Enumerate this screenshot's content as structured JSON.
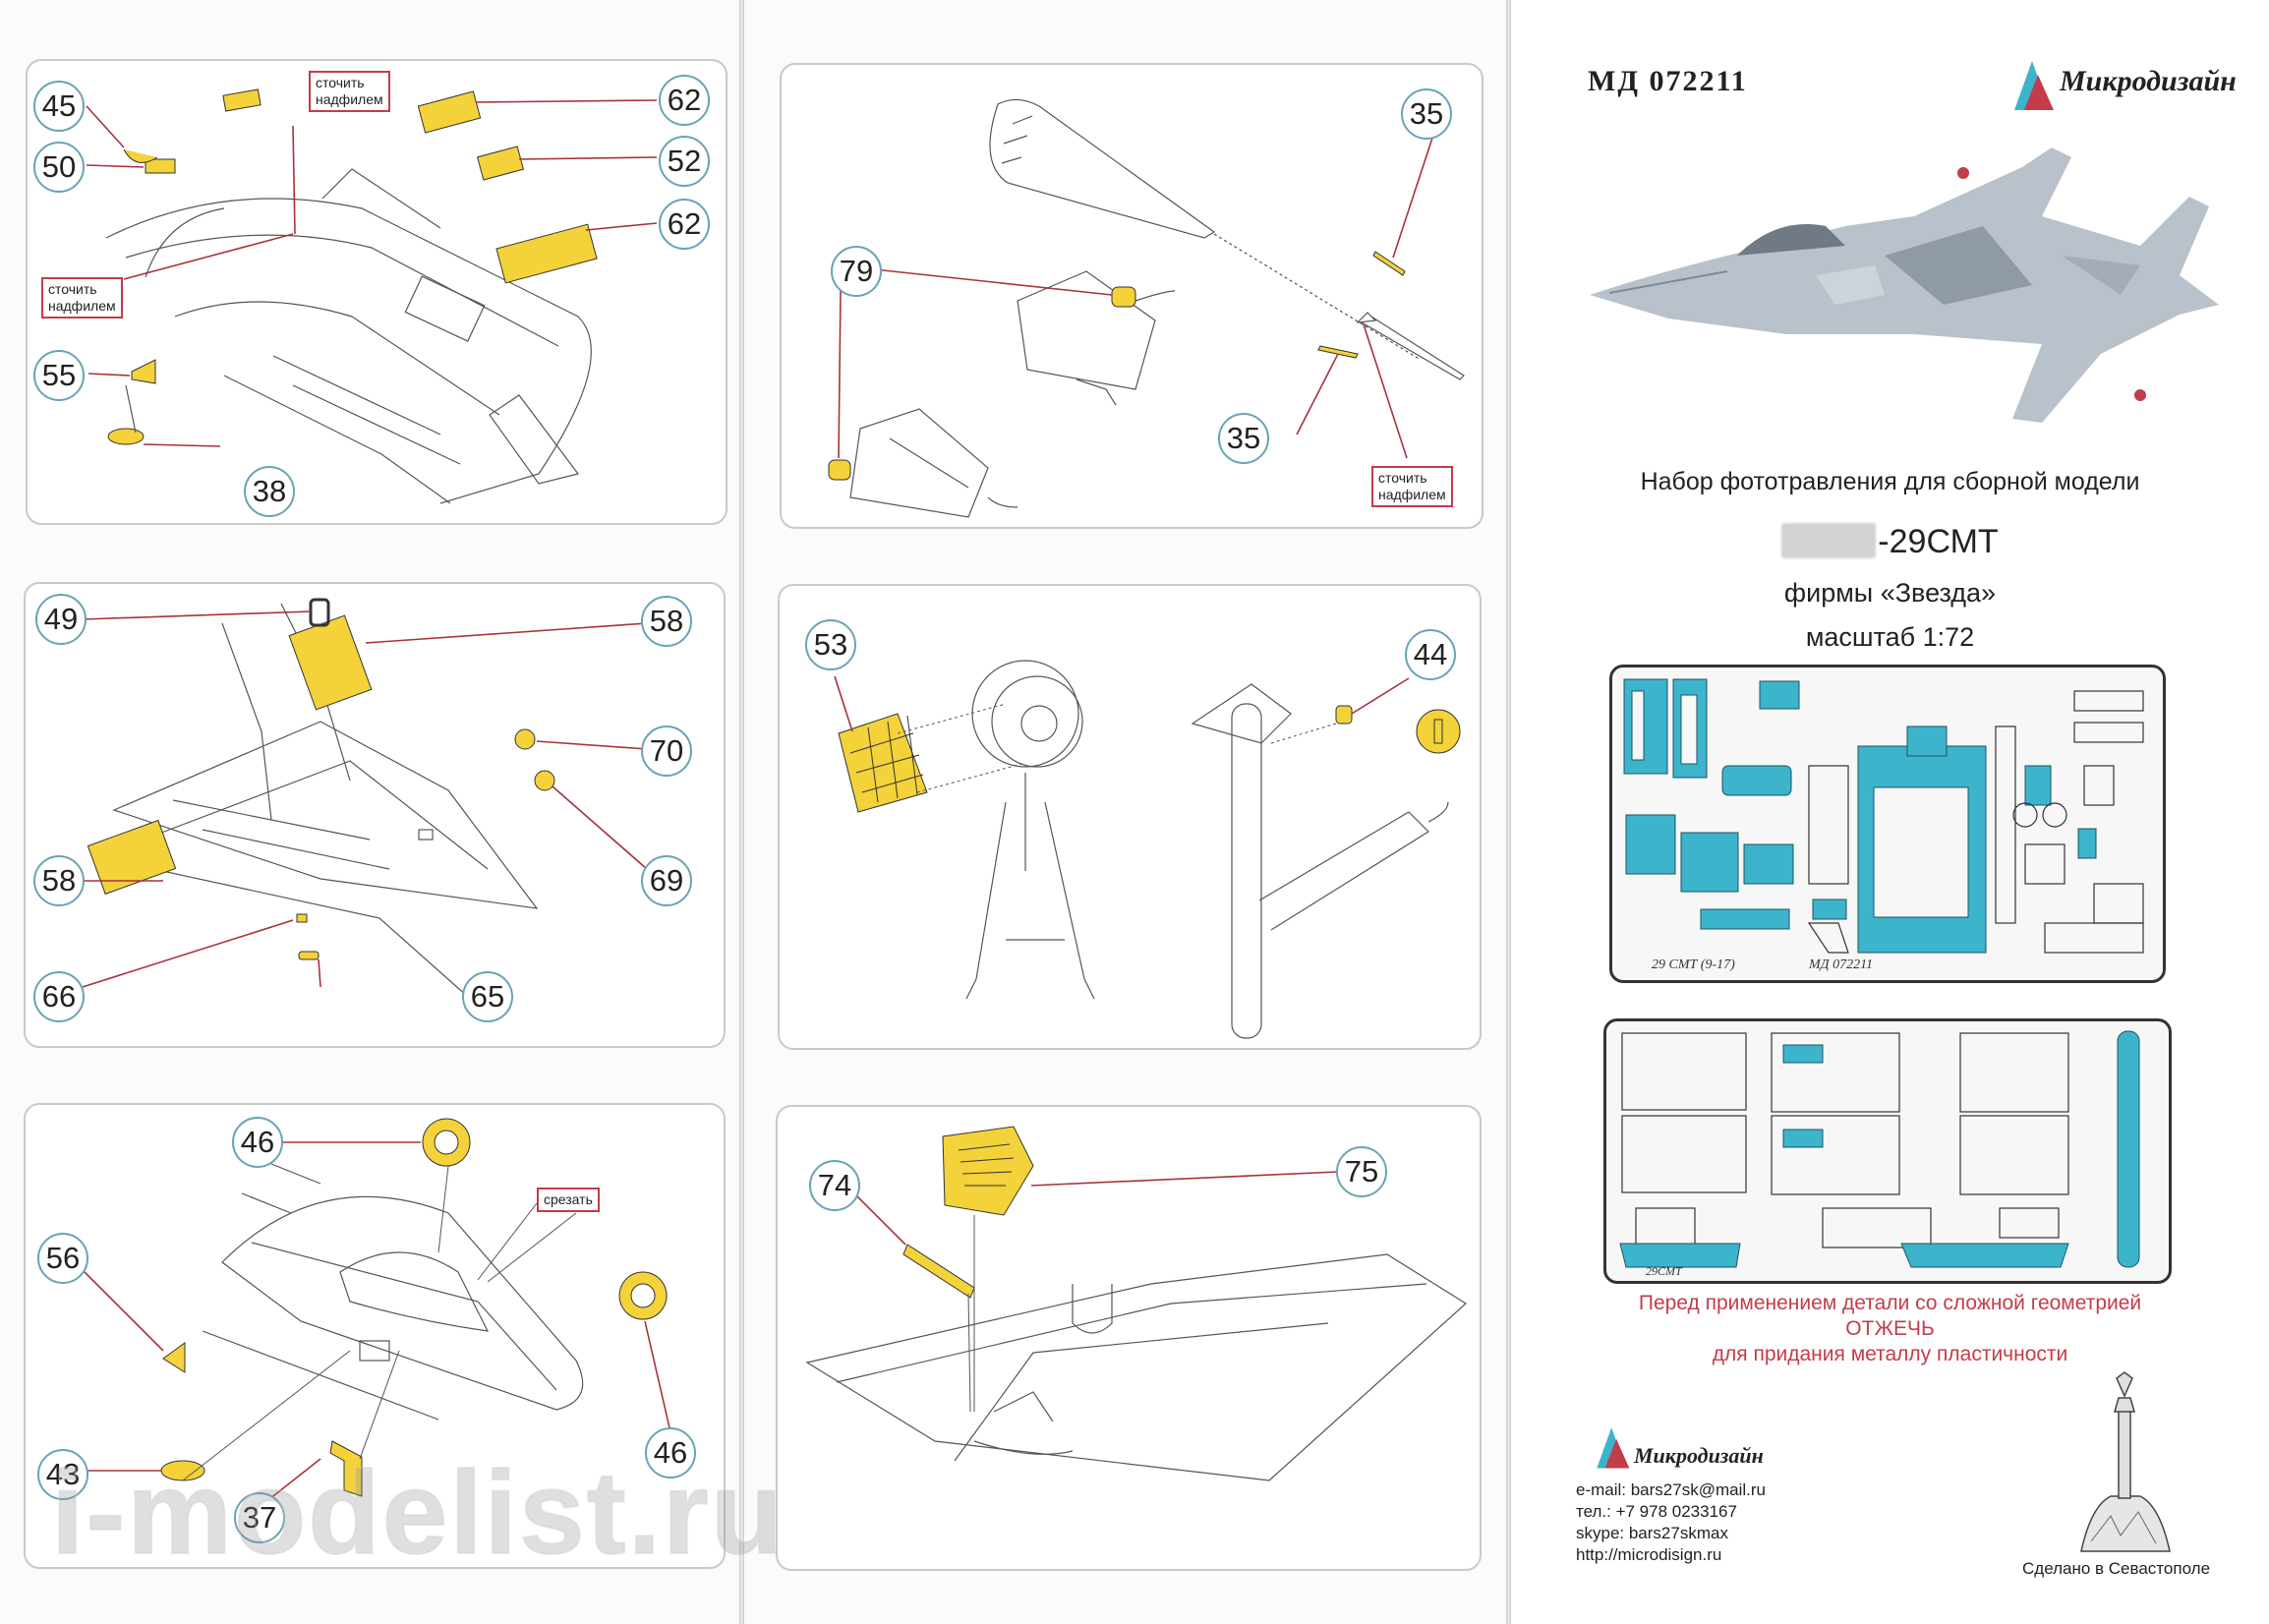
{
  "instructions": {
    "panel1": {
      "callouts": [
        "45",
        "50",
        "55",
        "38",
        "62",
        "52",
        "62"
      ],
      "notes": [
        "сточить\nнадфилем",
        "сточить\nнадфилем"
      ]
    },
    "panel2": {
      "callouts": [
        "35",
        "79",
        "35"
      ],
      "notes": [
        "сточить\nнадфилем"
      ]
    },
    "panel3": {
      "callouts": [
        "49",
        "58",
        "70",
        "58",
        "69",
        "66",
        "65"
      ]
    },
    "panel4": {
      "callouts": [
        "53",
        "44"
      ]
    },
    "panel5": {
      "callouts": [
        "46",
        "56",
        "46",
        "43",
        "37"
      ],
      "notes": [
        "срезать"
      ]
    },
    "panel6": {
      "callouts": [
        "74",
        "75"
      ]
    }
  },
  "cover": {
    "article": "МД 072211",
    "brand": "Микродизайн",
    "subtitle": "Набор фототравления для сборной модели",
    "kit_name": "-29СМТ",
    "firm": "фирмы «Звезда»",
    "scale": "масштаб 1:72",
    "fret_label_1": "29 СМТ (9-17)",
    "fret_label_2": "МД 072211",
    "fret_label_3": "29СМТ",
    "warning_line1": "Перед применением детали со сложной геометрией",
    "warning_line2": "ОТЖЕЧЬ",
    "warning_line3": "для придания металлу пластичности",
    "contacts": {
      "email": "e-mail: bars27sk@mail.ru",
      "phone": "тел.: +7 978 0233167",
      "skype": "skype: bars27skmax",
      "site": "http://microdisign.ru"
    },
    "made_in": "Сделано в Севастополе"
  },
  "watermark": "i-modelist.ru",
  "colors": {
    "part_yellow": "#f3d23a",
    "fret_cyan": "#3cb4cc",
    "callout_ring": "#6aa3b5",
    "note_red": "#c43c4a",
    "arrow_red": "#a8323c"
  }
}
